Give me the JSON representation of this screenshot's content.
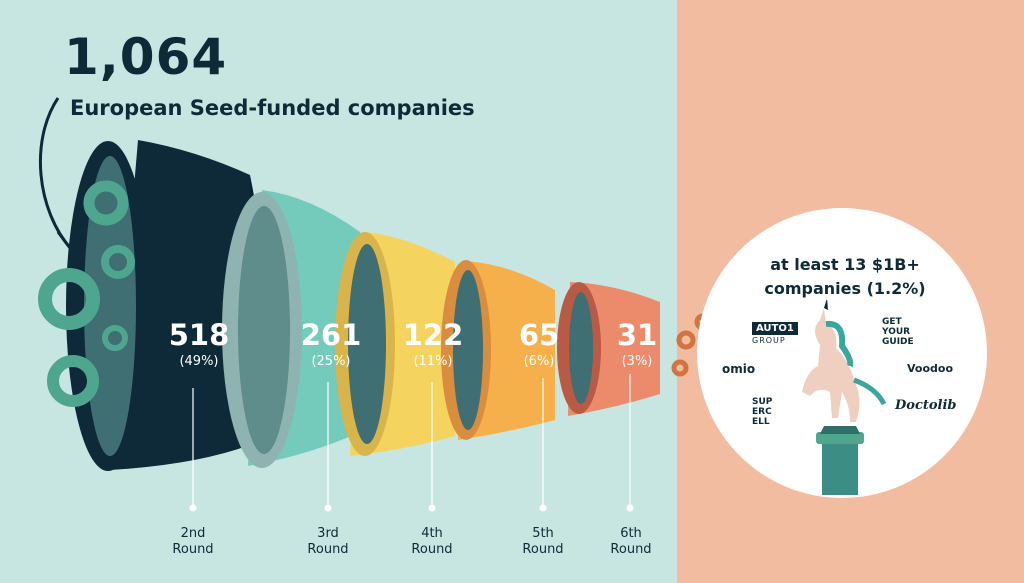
{
  "headline": {
    "total": "1,064",
    "description": "European Seed-funded companies"
  },
  "chart_data": {
    "type": "bar",
    "categories": [
      "2nd Round",
      "3rd Round",
      "4th Round",
      "5th Round",
      "6th Round"
    ],
    "values": [
      518,
      261,
      122,
      65,
      31
    ],
    "labels": [
      "518",
      "261",
      "122",
      "65",
      "31"
    ],
    "percent_labels": [
      "(49%)",
      "(25%)",
      "(11%)",
      "(6%)",
      "(3%)"
    ],
    "round_labels": [
      {
        "line1": "2nd",
        "line2": "Round"
      },
      {
        "line1": "3rd",
        "line2": "Round"
      },
      {
        "line1": "4th",
        "line2": "Round"
      },
      {
        "line1": "5th",
        "line2": "Round"
      },
      {
        "line1": "6th",
        "line2": "Round"
      }
    ],
    "colors": [
      "#0e2a38",
      "#74cbbb",
      "#f4d35e",
      "#f6b04b",
      "#ec8b6c"
    ],
    "inner_colors": [
      "#3f6e73",
      "#8fb3b0",
      "#d8b44a",
      "#d98d3e",
      "#b95a45"
    ]
  },
  "outcome": {
    "line1": "at least 13 $1B+",
    "line2": "companies (1.2%)",
    "logos": {
      "auto1": "AUTO1",
      "auto1_sub": "GROUP",
      "gyg1": "GET",
      "gyg2": "YOUR",
      "gyg3": "GUIDE",
      "omio": "omio",
      "voodoo": "Voodoo",
      "supercell1": "SUP",
      "supercell2": "ERC",
      "supercell3": "ELL",
      "doctolib": "Doctolib"
    }
  },
  "colors": {
    "left_background": "#c7e6e1",
    "right_background": "#f2bca1",
    "text": "#0e2a38",
    "ring": "#4fa68e"
  }
}
